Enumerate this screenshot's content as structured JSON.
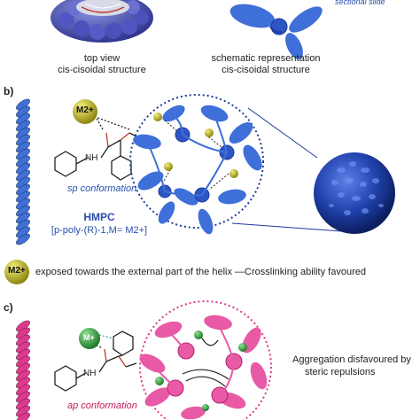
{
  "panel_a": {
    "top_view_line1": "top view",
    "top_view_line2": "cis-cisoidal structure",
    "schematic_line1": "schematic representation",
    "schematic_line2": "cis-cisoidal structure",
    "sectional_slide": "sectional slide"
  },
  "panel_b": {
    "label": "b)",
    "metal": "M2+",
    "amide": "NH",
    "conformation": "sp conformation",
    "polymer_name": "HMPC",
    "polymer_formula": "[p-poly-(R)-1,M= M2+]",
    "note": "exposed towards the external part of the helix —Crosslinking ability favoured"
  },
  "panel_c": {
    "label": "c)",
    "metal": "M+",
    "amide": "NH",
    "conformation": "ap conformation",
    "note_line1": "Aggregation disfavoured by",
    "note_line2": "steric repulsions"
  },
  "colors": {
    "blue_helix": "#3f6fd8",
    "dark_blue_sphere": "#1d3a9e",
    "magenta": "#e0388f",
    "metal_yellow": "#c9c21a",
    "metal_green": "#3aa14a"
  }
}
